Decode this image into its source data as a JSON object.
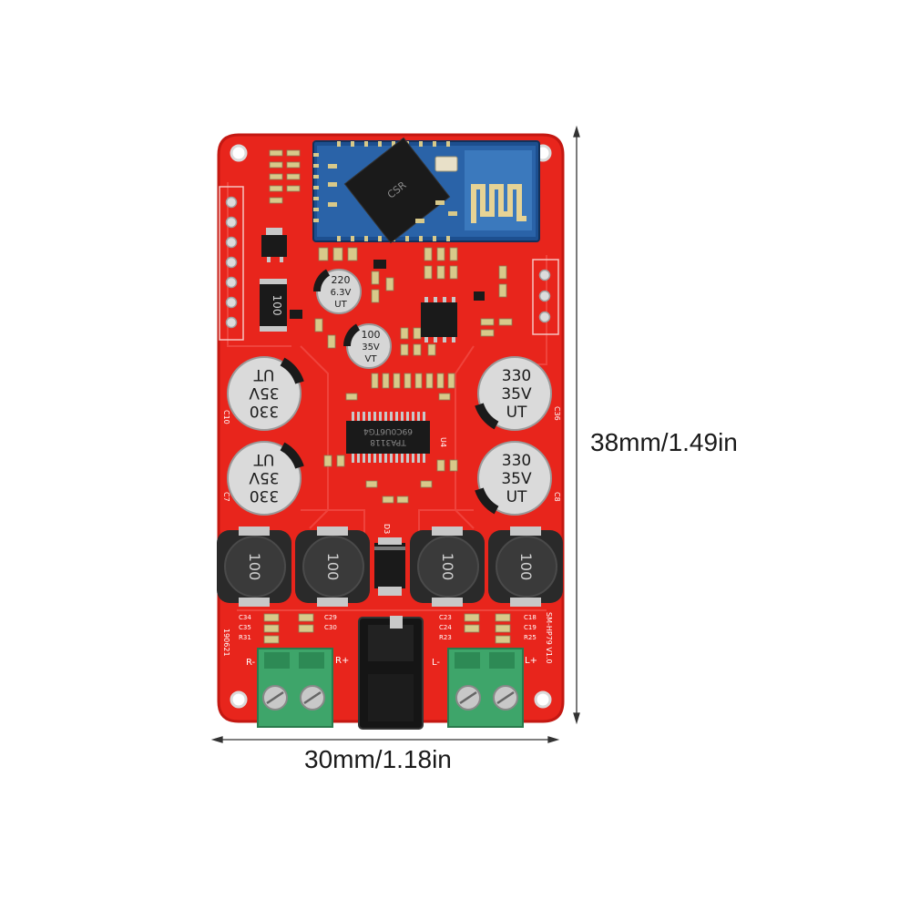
{
  "dimensions": {
    "height_label": "38mm/1.49in",
    "width_label": "30mm/1.18in"
  },
  "board": {
    "color": "#e8251c",
    "edge_color": "#c41812",
    "chip_markings": {
      "amplifier": "TPA3118",
      "amplifier_lot": "69C0U6TG4",
      "bluetooth": "CSR"
    },
    "capacitor_labels": {
      "cap_220": [
        "220",
        "6.3V",
        "UT"
      ],
      "cap_100": [
        "100",
        "35V",
        "VT"
      ],
      "cap_330": [
        "330",
        "35V",
        "UT"
      ]
    },
    "inductor_label": "100",
    "silkscreen": {
      "model": "SM-HP79 V1.0",
      "date": "190621",
      "r_plus": "R+",
      "l_minus": "L-",
      "l_plus": "L+",
      "r_minus": "R-",
      "ref_u4": "U4",
      "ref_c10": "C10",
      "ref_c7": "C7",
      "ref_c36": "C36",
      "ref_c8": "C8",
      "ref_r31": "R31",
      "ref_r25": "R25",
      "ref_c34": "C34",
      "ref_c35": "C35",
      "ref_c18": "C18",
      "ref_c19": "C19",
      "ref_c23": "C23",
      "ref_c24": "C24",
      "ref_c29": "C29",
      "ref_c30": "C30",
      "ref_r23": "R23",
      "ref_d3": "D3",
      "ref_resistor_100": "100"
    },
    "terminal_color": "#3ea56a",
    "bt_module_color": "#1d4f8f"
  }
}
